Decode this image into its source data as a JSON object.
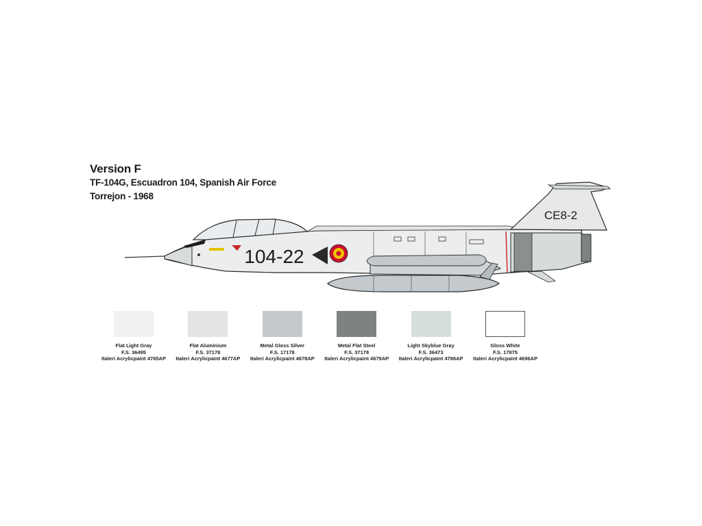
{
  "heading": {
    "version": "Version F",
    "aircraft_unit": "TF-104G, Escuadron 104, Spanish Air Force",
    "location_year": "Torrejon - 1968"
  },
  "aircraft_markings": {
    "nose_number": "104-22",
    "tail_code": "CE8-2"
  },
  "colors": [
    {
      "name": "Flat Light Gray",
      "fs": "F.S. 36495",
      "paint": "Italeri Acrylicpaint 4765AP",
      "hex": "#f1f1f1"
    },
    {
      "name": "Flat Aluminium",
      "fs": "F.S. 37178",
      "paint": "Italeri Acrylicpaint 4677AP",
      "hex": "#e3e4e4"
    },
    {
      "name": "Metal Gloss Silver",
      "fs": "F.S. 17178",
      "paint": "Italeri Acrylicpaint 4678AP",
      "hex": "#c3c9cd"
    },
    {
      "name": "Metal Flat Steel",
      "fs": "F.S. 37178",
      "paint": "Italeri Acrylicpaint 4679AP",
      "hex": "#7d8383"
    },
    {
      "name": "Light Skyblue Gray",
      "fs": "F.S. 36473",
      "paint": "Italeri Acrylicpaint 4786AP",
      "hex": "#d7dfdc"
    },
    {
      "name": "Gloss White",
      "fs": "F.S. 17875",
      "paint": "Italeri Acrylicpaint 4696AP",
      "hex": "#ffffff"
    }
  ]
}
